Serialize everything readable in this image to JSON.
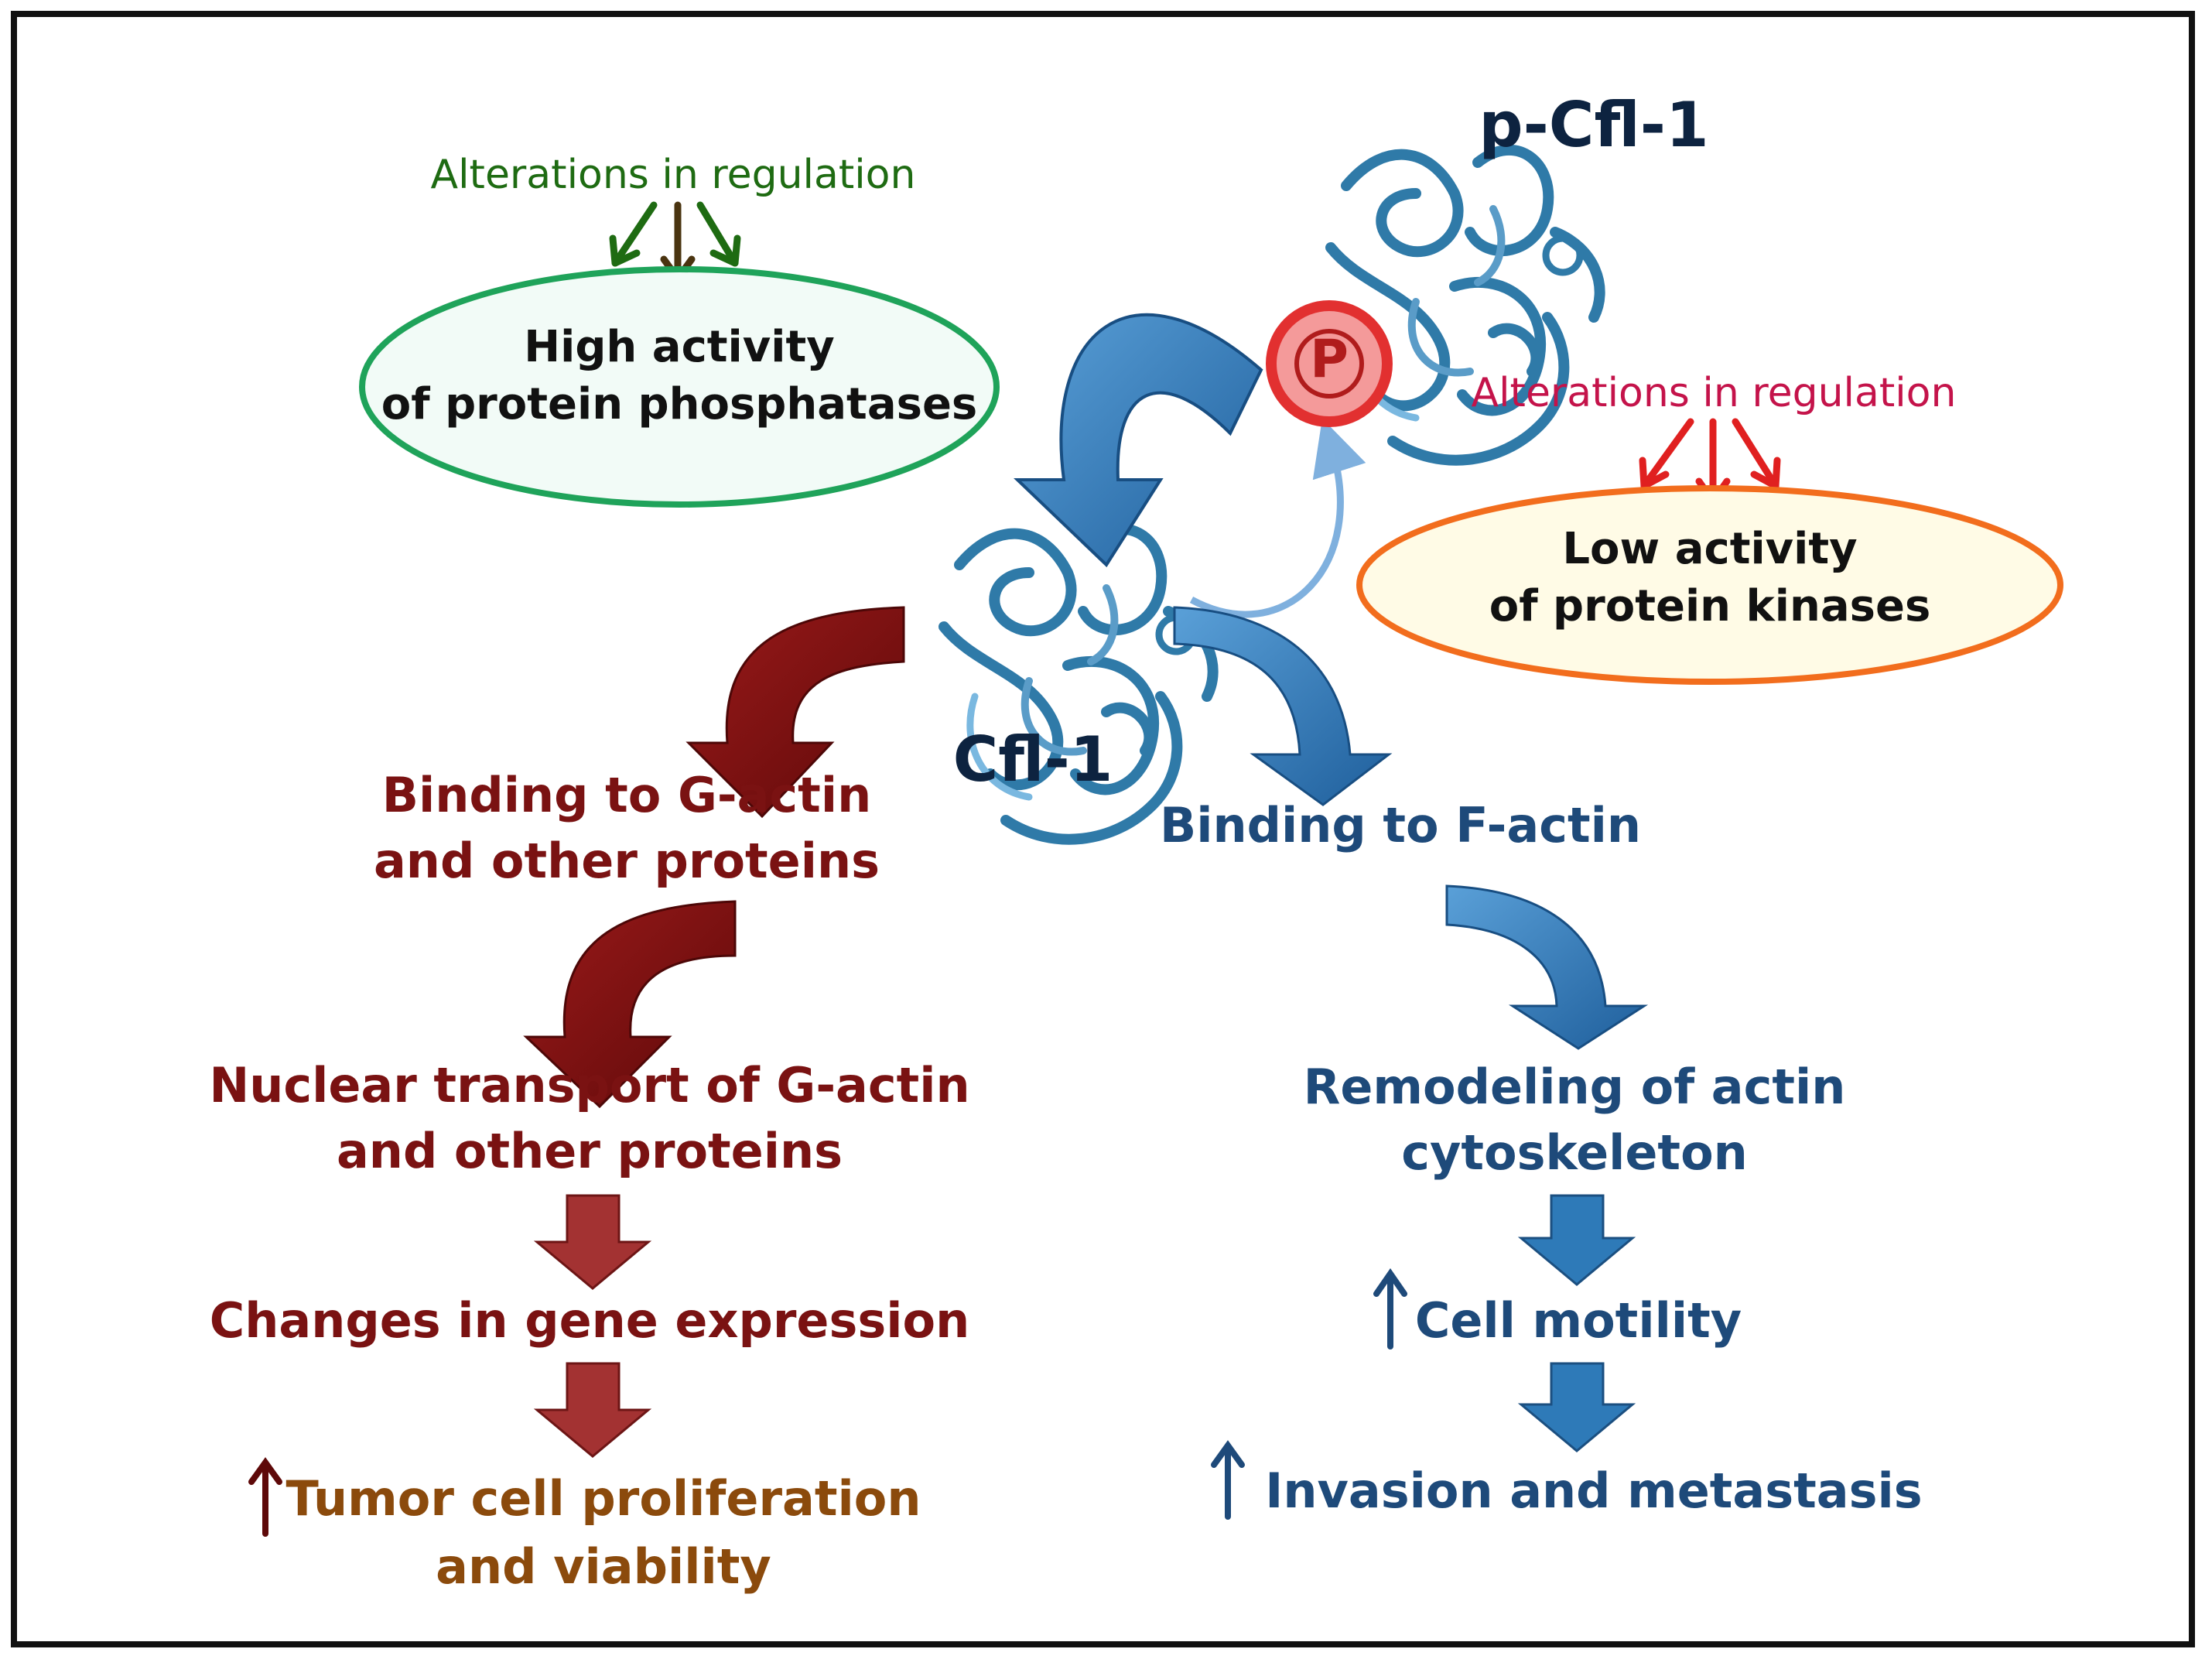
{
  "labels": {
    "p_cfl": "p-Cfl-1",
    "cfl": "Cfl-1",
    "p_symbol": "P",
    "reg_left": "Alterations in regulation",
    "reg_right": "Alterations in regulation",
    "phosphatase": [
      "High activity",
      "of protein phosphatases"
    ],
    "kinase": [
      "Low activity",
      "of protein kinases"
    ],
    "g_actin": [
      "Binding to G-actin",
      "and other proteins"
    ],
    "nuclear": [
      "Nuclear transport of G-actin",
      "and other proteins"
    ],
    "gene": "Changes in gene expression",
    "tumor": [
      "Tumor cell proliferation",
      "and viability"
    ],
    "f_actin": "Binding to F-actin",
    "remodel": [
      "Remodeling of actin",
      "cytoskeleton"
    ],
    "motility": "Cell motility",
    "invasion": "Invasion and metastasis"
  },
  "colors": {
    "dark_red": "#7a1212",
    "mid_red": "#a33232",
    "brown": "#8b4a0c",
    "navy": "#1e4a7a",
    "steel_blue": "#2e7ab8",
    "cfl_label": "#0d2340",
    "green": "#1e6b12",
    "magenta": "#c4134a",
    "phosphatase_border": "#1fa35a",
    "phosphatase_fill": "#f2fbf7",
    "kinase_border": "#f26d1d",
    "kinase_fill": "#fffbe6",
    "p_fill": "#f49a9a",
    "p_border": "#e23030"
  },
  "icons": [
    "protein-ribbon-icon",
    "phosphate-icon",
    "curved-arrow-icon",
    "down-arrow-icon",
    "up-arrow-icon"
  ]
}
